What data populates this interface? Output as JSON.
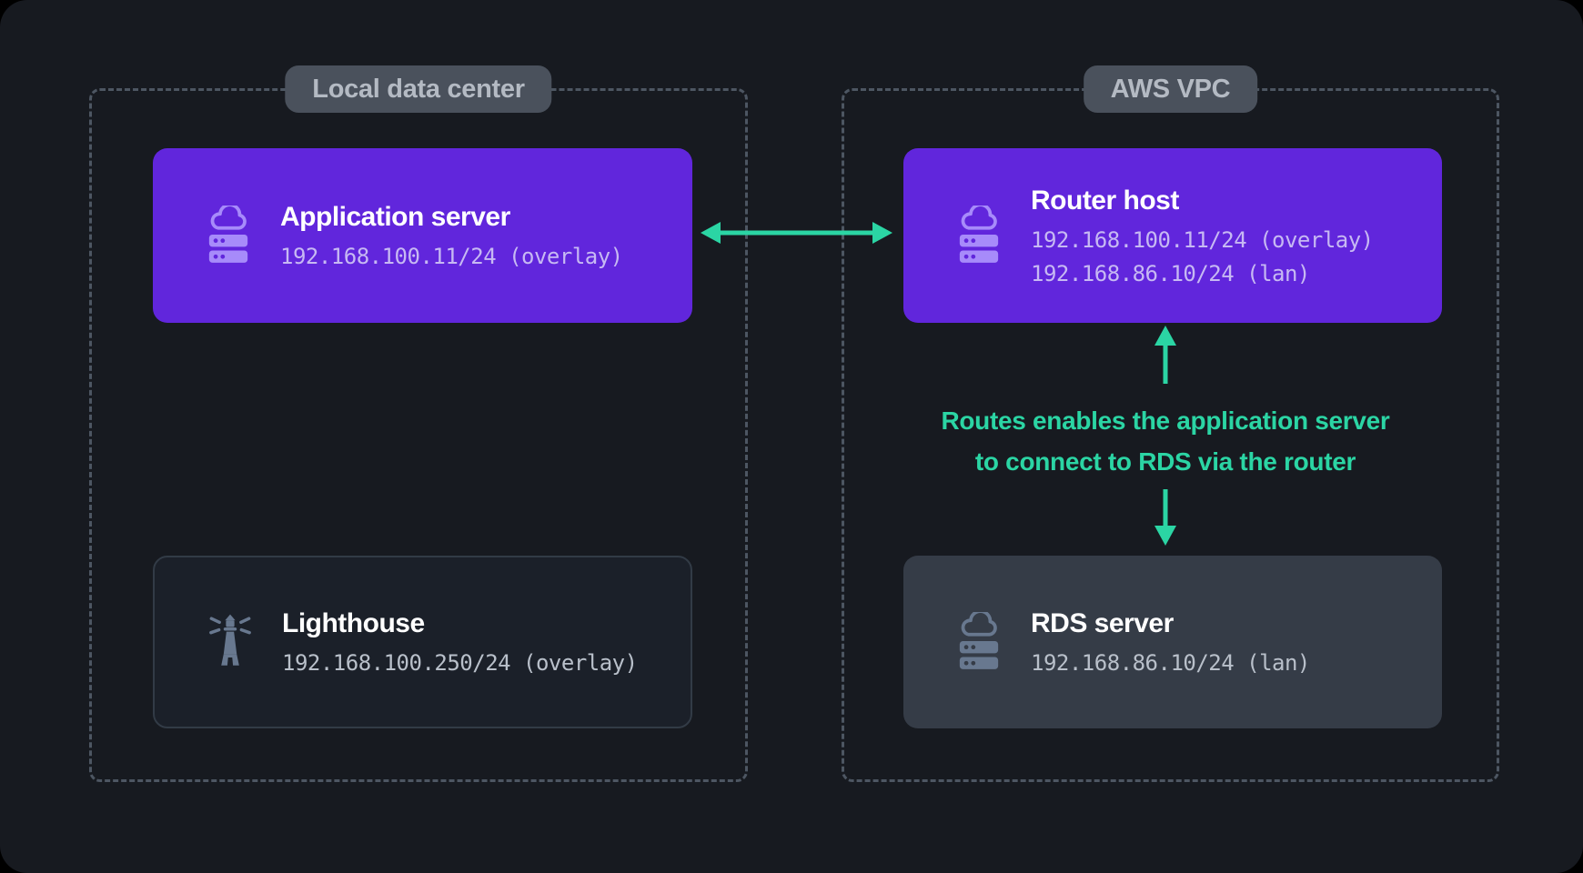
{
  "groups": [
    {
      "label": "Local data center",
      "nodes": [
        {
          "title": "Application server",
          "icon": "cloud-server-icon",
          "ips": [
            "192.168.100.11/24 (overlay)"
          ]
        },
        {
          "title": "Lighthouse",
          "icon": "lighthouse-icon",
          "ips": [
            "192.168.100.250/24 (overlay)"
          ]
        }
      ]
    },
    {
      "label": "AWS VPC",
      "nodes": [
        {
          "title": "Router host",
          "icon": "cloud-server-icon",
          "ips": [
            "192.168.100.11/24 (overlay)",
            "192.168.86.10/24 (lan)"
          ]
        },
        {
          "title": "RDS server",
          "icon": "cloud-server-icon",
          "ips": [
            "192.168.86.10/24 (lan)"
          ]
        }
      ]
    }
  ],
  "annotation": {
    "line1": "Routes enables the application server",
    "line2": "to connect to RDS via the router"
  },
  "connections": [
    {
      "from": "Application server",
      "to": "Router host",
      "style": "double-headed-horizontal"
    },
    {
      "from": "Router host",
      "to": "RDS server",
      "style": "double-headed-vertical-with-caption"
    }
  ],
  "colors": {
    "background": "#171a20",
    "node_primary": "#6126dc",
    "node_filled": "#353c47",
    "node_outline_border": "#323b46",
    "accent_teal": "#2bd5a4",
    "icon_purple": "#a78bfa",
    "icon_slate": "#68788f",
    "dashed_border": "#4d5662",
    "pill_background": "#4a515c",
    "pill_text": "#b4bac3",
    "ip_text_on_purple": "#c7b9f3",
    "ip_text_on_dark": "#b9c0ca",
    "title_text": "#ffffff"
  }
}
